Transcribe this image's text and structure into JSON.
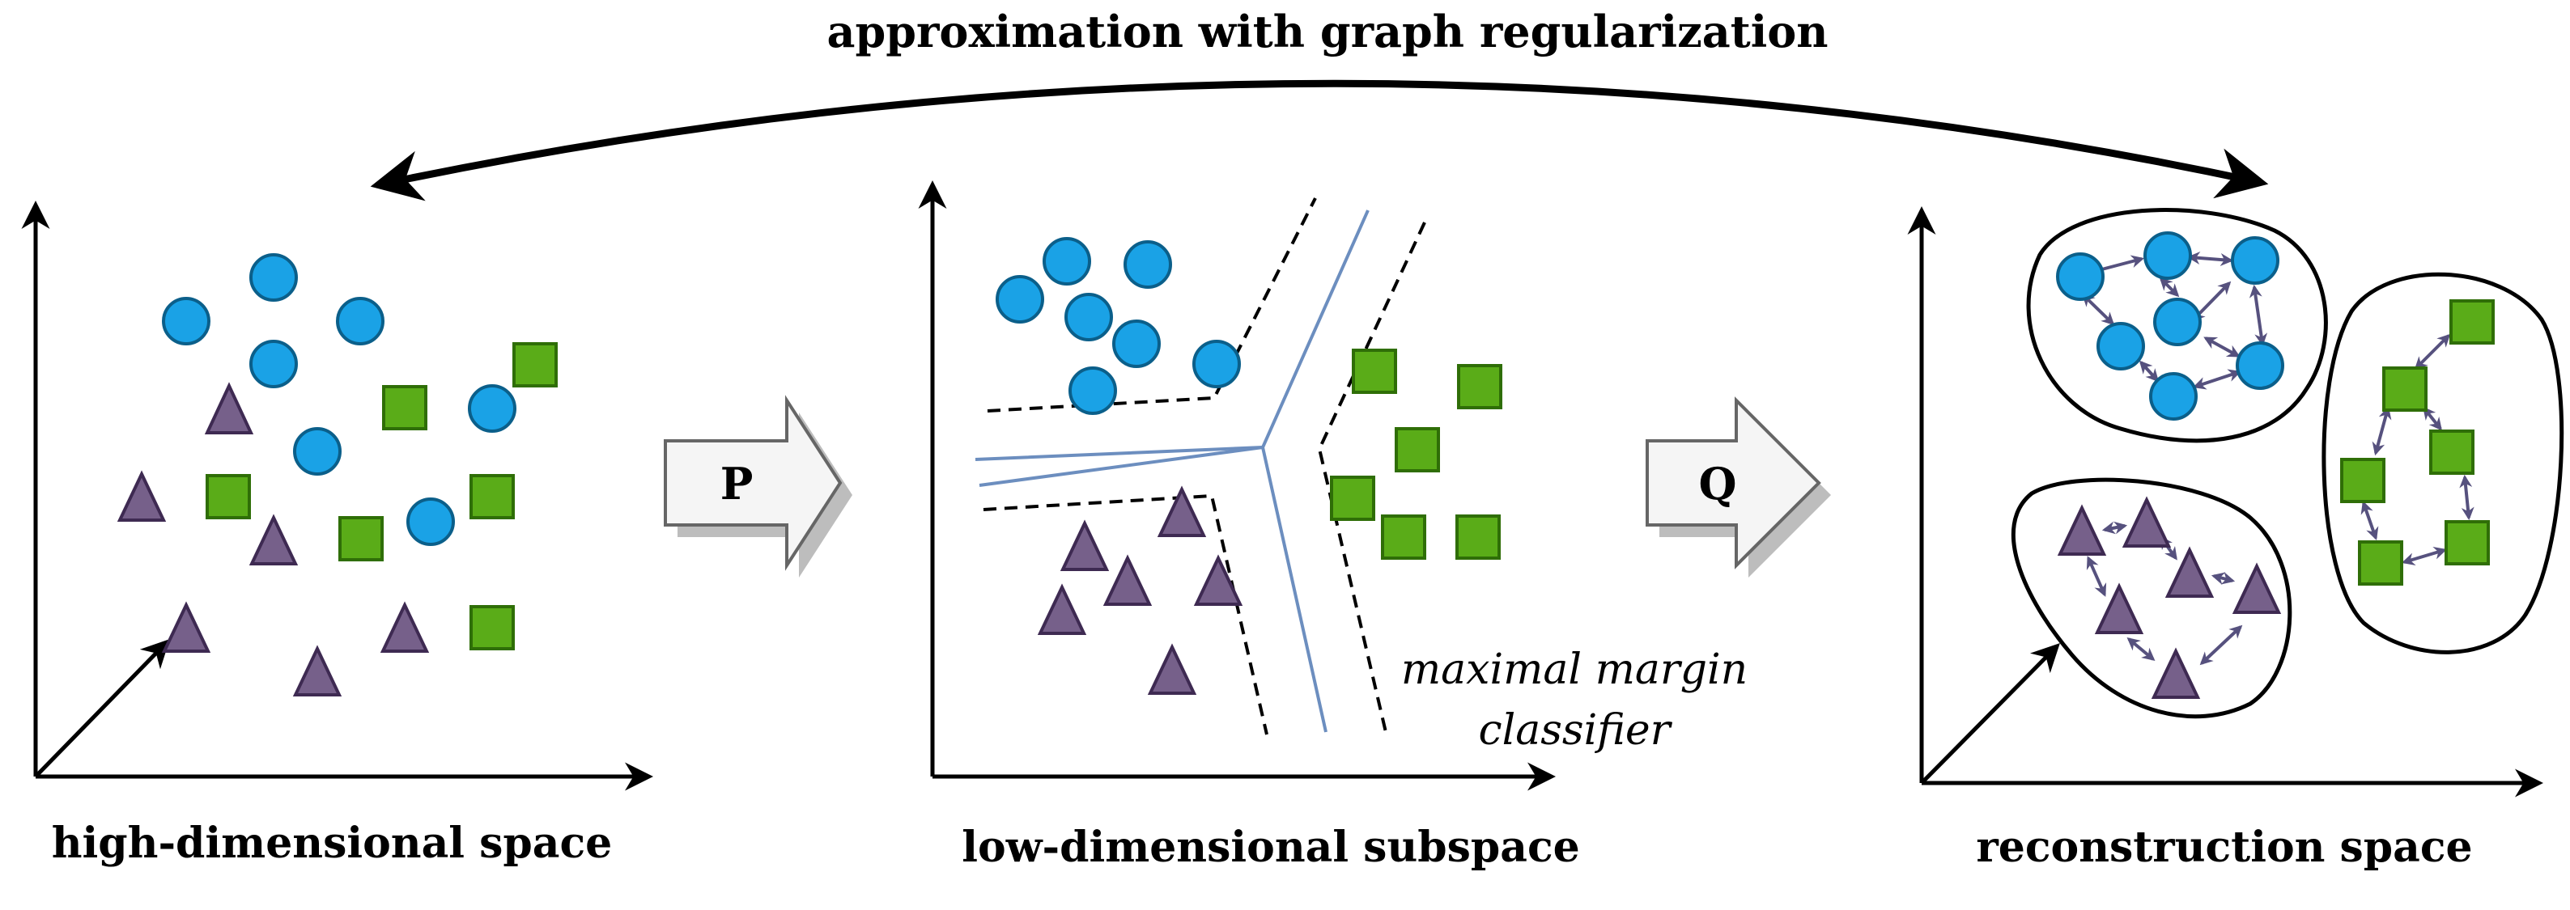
{
  "title": "approximation with graph regularization",
  "panels": {
    "high": {
      "label": "high-dimensional space"
    },
    "low": {
      "label": "low-dimensional subspace",
      "annotation_line1": "maximal margin",
      "annotation_line2": "classifier"
    },
    "recon": {
      "label": "reconstruction space"
    }
  },
  "operators": {
    "p": "P",
    "q": "Q"
  },
  "colors": {
    "circle_fill": "#1aa2e6",
    "square_fill": "#5aac18",
    "triangle_fill": "#76608a",
    "separator": "#6c8ebf",
    "link": "#56517e"
  }
}
